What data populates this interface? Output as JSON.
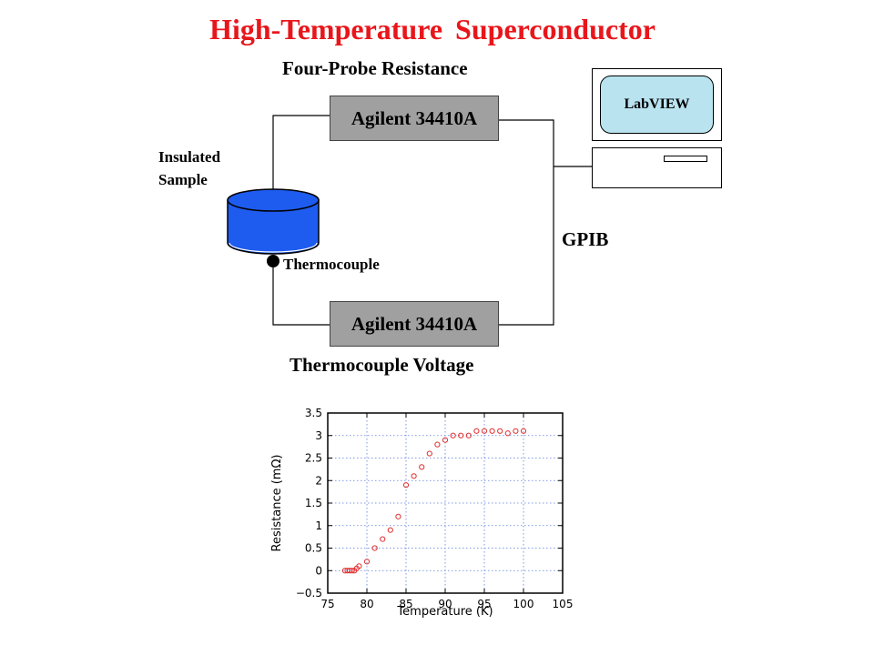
{
  "diagram": {
    "title_words": [
      "High-Temperature",
      "Superconductor"
    ],
    "subtitle": "Four-Probe Resistance",
    "meter_top_label": "Agilent 34410A",
    "meter_bottom_label": "Agilent 34410A",
    "voltage_title": "Thermocouple Voltage",
    "sample_label_line1": "Insulated",
    "sample_label_line2": "Sample",
    "thermocouple_label": "Thermocouple",
    "gpib_label": "GPIB",
    "screen_label": "LabVIEW",
    "colors": {
      "title": "#e8161b",
      "meter": "#a0a0a0",
      "sample": "#1e5cf0",
      "screen": "#b9e3ef",
      "grid": "#5a7ee0",
      "points": "#e03030"
    }
  },
  "chart_data": {
    "type": "scatter",
    "xlabel": "Temperature (K)",
    "ylabel": "Resistance (mΩ)",
    "xlim": [
      75,
      105
    ],
    "ylim": [
      -0.5,
      3.5
    ],
    "x_ticks": [
      75,
      80,
      85,
      90,
      95,
      100,
      105
    ],
    "y_ticks": [
      -0.5,
      0,
      0.5,
      1,
      1.5,
      2,
      2.5,
      3,
      3.5
    ],
    "grid": true,
    "series": [
      {
        "x": [
          77.2,
          77.5,
          77.8,
          78.1,
          78.4,
          78.7,
          79.0,
          80.0,
          81.0,
          82.0,
          83.0,
          84.0,
          85.0,
          86.0,
          87.0,
          88.0,
          89.0,
          90.0,
          91.0,
          92.0,
          93.0,
          94.0,
          95.0,
          96.0,
          97.0,
          98.0,
          99.0,
          100.0
        ],
        "y": [
          0.0,
          0.0,
          0.0,
          0.0,
          0.0,
          0.05,
          0.1,
          0.2,
          0.5,
          0.7,
          0.9,
          1.2,
          1.9,
          2.1,
          2.3,
          2.6,
          2.8,
          2.9,
          3.0,
          3.0,
          3.0,
          3.1,
          3.1,
          3.1,
          3.1,
          3.05,
          3.1,
          3.1
        ]
      }
    ]
  }
}
